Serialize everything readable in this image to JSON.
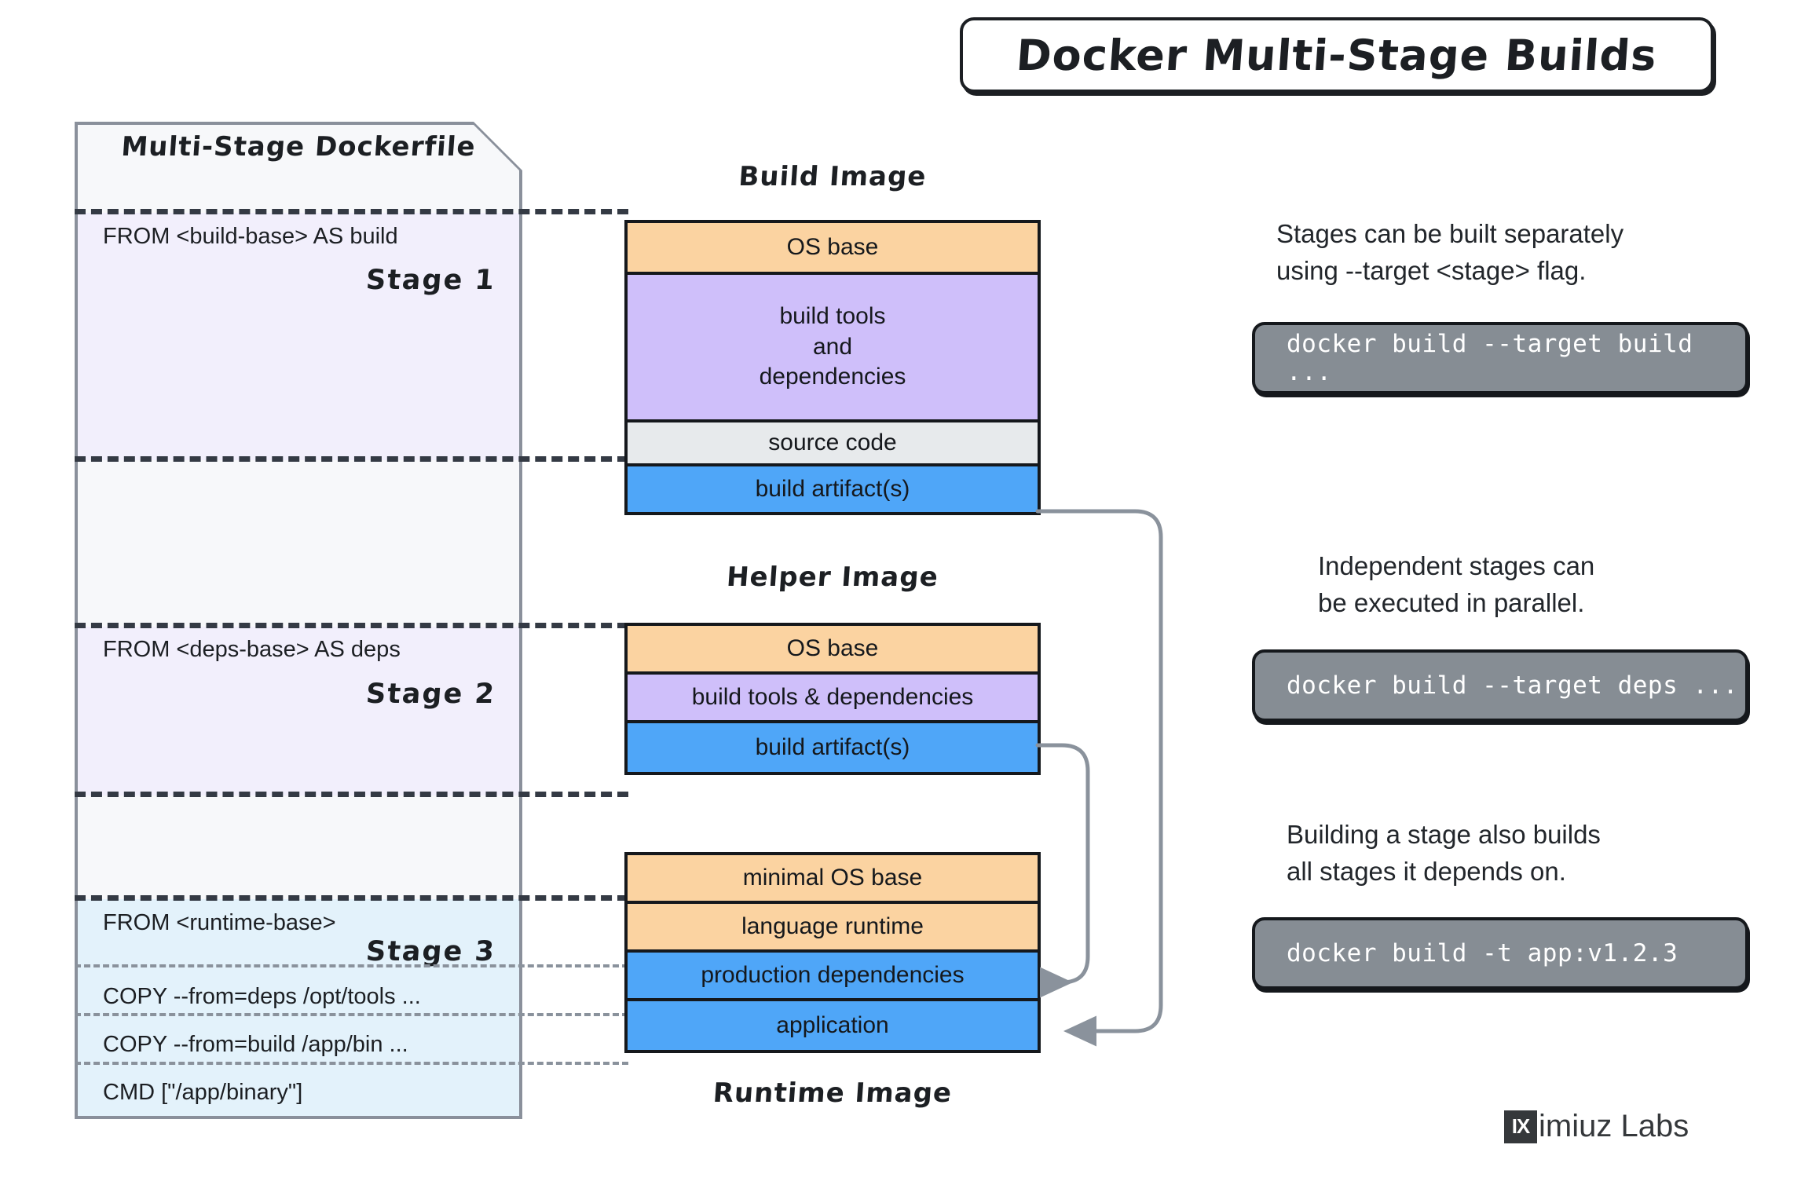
{
  "title": "Docker Multi-Stage Builds",
  "dockerfile": {
    "title": "Multi-Stage Dockerfile",
    "stages": [
      {
        "label": "Stage 1",
        "line": "FROM <build-base> AS build"
      },
      {
        "label": "Stage 2",
        "line": "FROM <deps-base> AS deps"
      },
      {
        "label": "Stage 3",
        "line": "FROM <runtime-base>"
      }
    ],
    "extra_lines": [
      "COPY  --from=deps /opt/tools ...",
      "COPY  --from=build /app/bin ...",
      "CMD [\"/app/binary\"]"
    ]
  },
  "images": {
    "build": {
      "title": "Build Image",
      "layers": [
        {
          "label": "OS base",
          "color": "#fbd3a1"
        },
        {
          "label": "build tools\nand\ndependencies",
          "color": "#cfbffa"
        },
        {
          "label": "source code",
          "color": "#e7eaec"
        },
        {
          "label": "build artifact(s)",
          "color": "#4fa6f8"
        }
      ]
    },
    "helper": {
      "title": "Helper Image",
      "layers": [
        {
          "label": "OS base",
          "color": "#fbd3a1"
        },
        {
          "label": "build tools & dependencies",
          "color": "#cfbffa"
        },
        {
          "label": "build artifact(s)",
          "color": "#4fa6f8"
        }
      ]
    },
    "runtime": {
      "title": "Runtime Image",
      "layers": [
        {
          "label": "minimal OS base",
          "color": "#fbd3a1"
        },
        {
          "label": "language runtime",
          "color": "#fbd3a1"
        },
        {
          "label": "production dependencies",
          "color": "#4fa6f8"
        },
        {
          "label": "application",
          "color": "#4fa6f8"
        }
      ]
    }
  },
  "notes": [
    {
      "text_line1": "Stages can be built separately",
      "text_line2": "using --target <stage> flag.",
      "command": "docker build --target build ..."
    },
    {
      "text_line1": "Independent stages can",
      "text_line2": "be executed in parallel.",
      "command": "docker build --target deps ..."
    },
    {
      "text_line1": "Building a stage also builds",
      "text_line2": "all stages it depends on.",
      "command": "docker build -t app:v1.2.3"
    }
  ],
  "logo": {
    "mark": "IX",
    "text": "imiuz Labs"
  },
  "colors": {
    "os_base": "#fbd3a1",
    "tools": "#cfbffa",
    "source": "#e7eaec",
    "artifact": "#4fa6f8",
    "ink": "#15181c",
    "paper_border": "#8a909b",
    "stage_lavender": "#f2effc",
    "stage_blue": "#e3f2fb",
    "command_bg": "#868d94",
    "connector": "#8a929c"
  }
}
